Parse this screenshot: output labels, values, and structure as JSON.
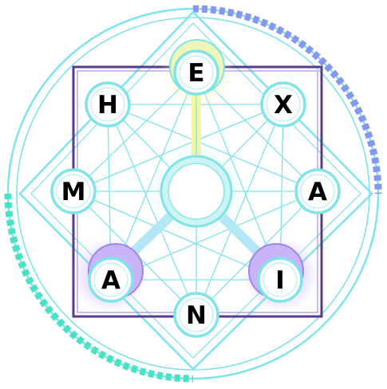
{
  "puzzle": {
    "letters": [
      "H",
      "E",
      "X",
      "M",
      "A",
      "A",
      "N",
      "I"
    ],
    "highlighted": [
      "E",
      "A",
      "I"
    ],
    "center_value": ""
  },
  "colors": {
    "frame": "#7fe3ea",
    "square": "#5b3a8c",
    "segment_blue": "#8796f0",
    "segment_teal": "#47e3c4",
    "highlight_yellow": "#f2f7a6",
    "highlight_purple": "#b89bf7",
    "center_fill": "#ffffff"
  }
}
